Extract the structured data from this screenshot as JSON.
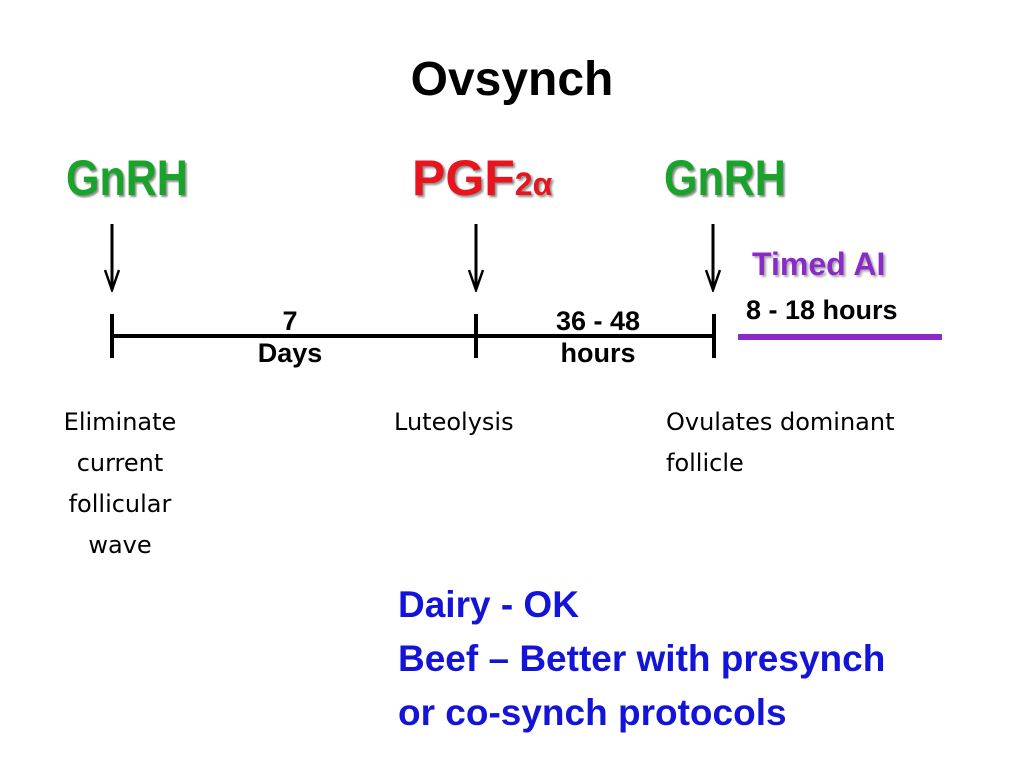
{
  "title": "Ovsynch",
  "events": [
    {
      "hormone": "GnRH",
      "color": "#1aa32a",
      "effect": [
        "Eliminate",
        "current",
        "follicular",
        "wave"
      ]
    },
    {
      "hormone": "PGF",
      "hormone_sub": "2α",
      "color": "#e8141e",
      "effect": [
        "Luteolysis"
      ]
    },
    {
      "hormone": "GnRH",
      "color": "#1aa32a",
      "effect": [
        "Ovulates dominant",
        "follicle"
      ]
    }
  ],
  "intervals": [
    {
      "line1": "7",
      "line2": "Days"
    },
    {
      "line1": "36 - 48",
      "line2": "hours"
    }
  ],
  "timed_ai": {
    "label": "Timed AI",
    "hours": "8 - 18 hours",
    "color": "#8a2bc8"
  },
  "notes": [
    "Dairy - OK",
    "Beef – Better with presynch",
    "or co-synch protocols"
  ],
  "note_color": "#1414d8"
}
